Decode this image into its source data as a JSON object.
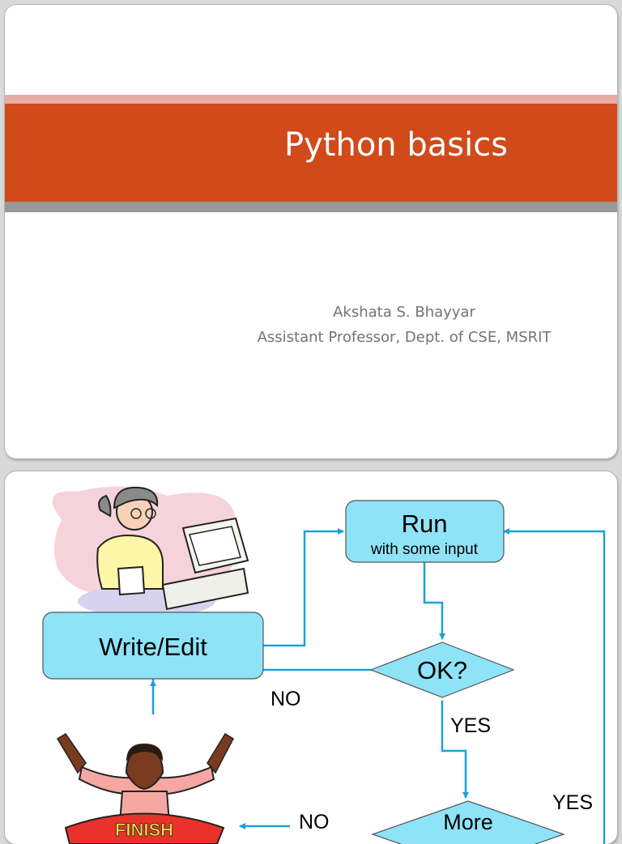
{
  "slide1": {
    "title": "Python basics",
    "author": "Akshata S. Bhayyar",
    "affiliation": "Assistant Professor, Dept. of CSE, MSRIT"
  },
  "slide2": {
    "flowchart": {
      "run_label": "Run",
      "run_sublabel": "with some input",
      "write_edit_label": "Write/Edit",
      "ok_label": "OK?",
      "more_label": "More",
      "no_label_ok": "NO",
      "yes_label_ok": "YES",
      "yes_label_right": "YES",
      "no_label_more": "NO",
      "finish_banner": "FINISH"
    },
    "colors": {
      "box_fill": "#8fe3f8",
      "box_stroke": "#555555",
      "arrow": "#1ba1dc"
    }
  }
}
